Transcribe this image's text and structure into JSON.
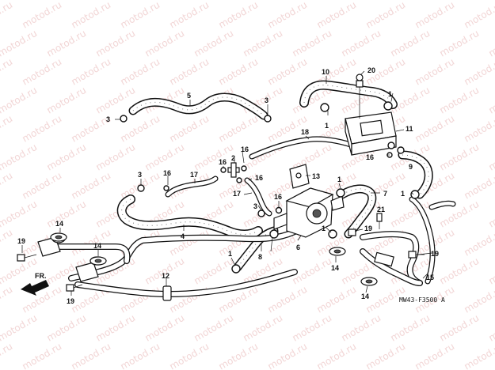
{
  "watermark": {
    "text": "motod.ru"
  },
  "drawing_code": "MW43-F3500 A",
  "direction_marker": {
    "label": "FR."
  },
  "callouts": [
    {
      "id": "c1a",
      "label": "1"
    },
    {
      "id": "c1b",
      "label": "1"
    },
    {
      "id": "c1c",
      "label": "1"
    },
    {
      "id": "c1d",
      "label": "1"
    },
    {
      "id": "c1e",
      "label": "1"
    },
    {
      "id": "c1f",
      "label": "1"
    },
    {
      "id": "c2",
      "label": "2"
    },
    {
      "id": "c3a",
      "label": "3"
    },
    {
      "id": "c3b",
      "label": "3"
    },
    {
      "id": "c3c",
      "label": "3"
    },
    {
      "id": "c3d",
      "label": "3"
    },
    {
      "id": "c4",
      "label": "4"
    },
    {
      "id": "c5",
      "label": "5"
    },
    {
      "id": "c6",
      "label": "6"
    },
    {
      "id": "c7",
      "label": "7"
    },
    {
      "id": "c8",
      "label": "8"
    },
    {
      "id": "c9",
      "label": "9"
    },
    {
      "id": "c10",
      "label": "10"
    },
    {
      "id": "c11",
      "label": "11"
    },
    {
      "id": "c12",
      "label": "12"
    },
    {
      "id": "c13",
      "label": "13"
    },
    {
      "id": "c14a",
      "label": "14"
    },
    {
      "id": "c14b",
      "label": "14"
    },
    {
      "id": "c14c",
      "label": "14"
    },
    {
      "id": "c14d",
      "label": "14"
    },
    {
      "id": "c15",
      "label": "15"
    },
    {
      "id": "c16a",
      "label": "16"
    },
    {
      "id": "c16b",
      "label": "16"
    },
    {
      "id": "c16c",
      "label": "16"
    },
    {
      "id": "c16d",
      "label": "16"
    },
    {
      "id": "c16e",
      "label": "16"
    },
    {
      "id": "c16f",
      "label": "16"
    },
    {
      "id": "c17a",
      "label": "17"
    },
    {
      "id": "c17b",
      "label": "17"
    },
    {
      "id": "c18",
      "label": "18"
    },
    {
      "id": "c19a",
      "label": "19"
    },
    {
      "id": "c19b",
      "label": "19"
    },
    {
      "id": "c19c",
      "label": "19"
    },
    {
      "id": "c19d",
      "label": "19"
    },
    {
      "id": "c20",
      "label": "20"
    },
    {
      "id": "c21",
      "label": "21"
    }
  ]
}
